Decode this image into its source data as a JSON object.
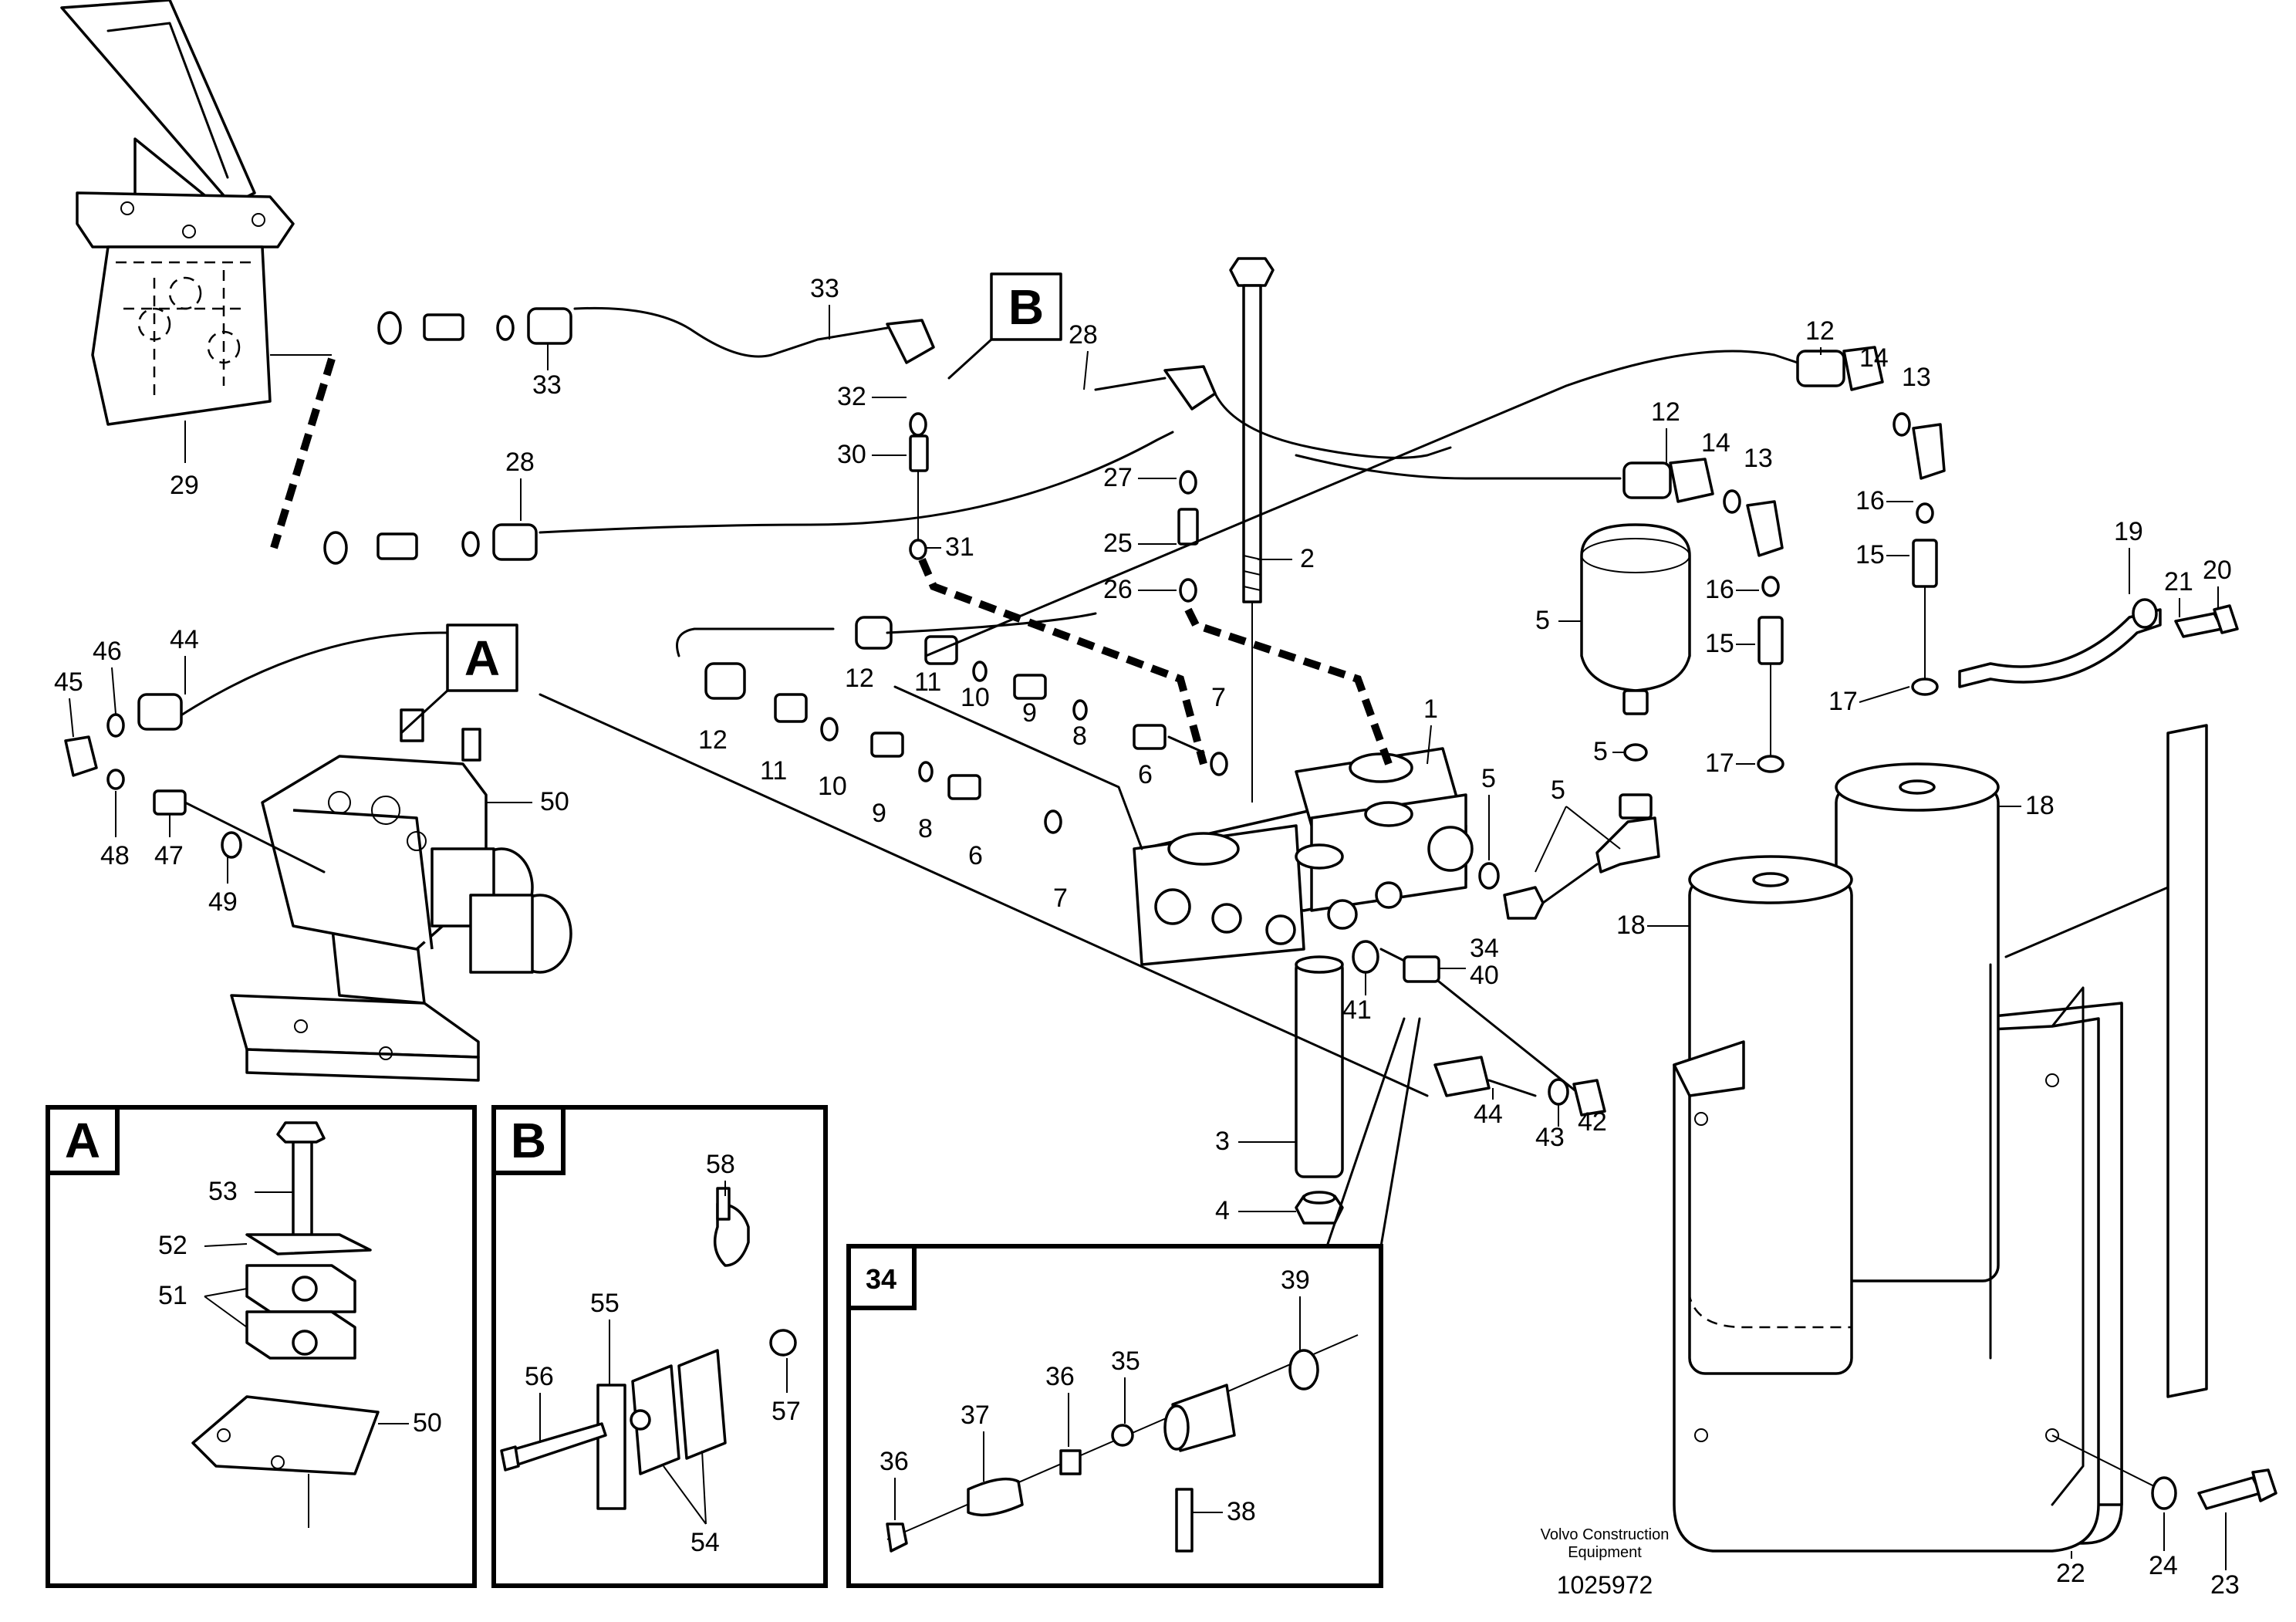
{
  "callouts": {
    "c1": "1",
    "c2": "2",
    "c3": "3",
    "c4": "4",
    "c5a": "5",
    "c5b": "5",
    "c5c": "5",
    "c6a": "6",
    "c6b": "6",
    "c7a": "7",
    "c7b": "7",
    "c8a": "8",
    "c8b": "8",
    "c9a": "9",
    "c9b": "9",
    "c10a": "10",
    "c10b": "10",
    "c11a": "11",
    "c11b": "11",
    "c12a": "12",
    "c12b": "12",
    "c12c": "12",
    "c12d": "12",
    "c13a": "13",
    "c13b": "13",
    "c14a": "14",
    "c14b": "14",
    "c15a": "15",
    "c15b": "15",
    "c16a": "16",
    "c16b": "16",
    "c17a": "17",
    "c17b": "17",
    "c18a": "18",
    "c18b": "18",
    "c19": "19",
    "c20": "20",
    "c21": "21",
    "c22": "22",
    "c23": "23",
    "c24": "24",
    "c25": "25",
    "c26": "26",
    "c27": "27",
    "c28a": "28",
    "c28b": "28",
    "c29": "29",
    "c30": "30",
    "c31": "31",
    "c32": "32",
    "c33a": "33",
    "c33b": "33",
    "c34": "34",
    "c40": "40",
    "c41": "41",
    "c42": "42",
    "c43": "43",
    "c44a": "44",
    "c44b": "44",
    "c45": "45",
    "c46": "46",
    "c47": "47",
    "c48": "48",
    "c49": "49",
    "c50a": "50",
    "c50b": "50",
    "c51": "51",
    "c52": "52",
    "c53": "53",
    "c54": "54",
    "c55": "55",
    "c56": "56",
    "c57": "57",
    "c58": "58",
    "c35": "35",
    "c36a": "36",
    "c36b": "36",
    "c37": "37",
    "c38": "38",
    "c39": "39"
  },
  "detail_tags": {
    "a_main": "A",
    "b_main": "B",
    "a_box": "A",
    "b_box": "B",
    "d34_box": "34"
  },
  "footer": {
    "maker_line1": "Volvo Construction",
    "maker_line2": "Equipment",
    "drawing_number": "1025972"
  }
}
